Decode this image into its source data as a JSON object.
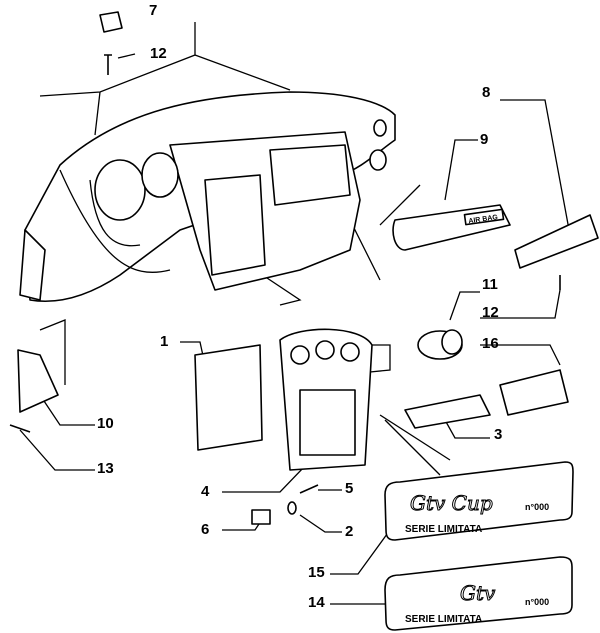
{
  "callouts": [
    {
      "id": "7",
      "label": "7"
    },
    {
      "id": "12a",
      "label": "12"
    },
    {
      "id": "8",
      "label": "8"
    },
    {
      "id": "9",
      "label": "9"
    },
    {
      "id": "11",
      "label": "11"
    },
    {
      "id": "12b",
      "label": "12"
    },
    {
      "id": "16",
      "label": "16"
    },
    {
      "id": "1",
      "label": "1"
    },
    {
      "id": "10",
      "label": "10"
    },
    {
      "id": "3",
      "label": "3"
    },
    {
      "id": "13",
      "label": "13"
    },
    {
      "id": "4",
      "label": "4"
    },
    {
      "id": "5",
      "label": "5"
    },
    {
      "id": "6",
      "label": "6"
    },
    {
      "id": "2",
      "label": "2"
    },
    {
      "id": "15",
      "label": "15"
    },
    {
      "id": "14",
      "label": "14"
    }
  ],
  "airbag_label": "AIR BAG",
  "plate15": {
    "script": "Gtv Cup",
    "serie": "SERIE LIMITATA",
    "number": "n°000"
  },
  "plate14": {
    "script": "Gtv",
    "serie": "SERIE LIMITATA",
    "number": "n°000"
  }
}
